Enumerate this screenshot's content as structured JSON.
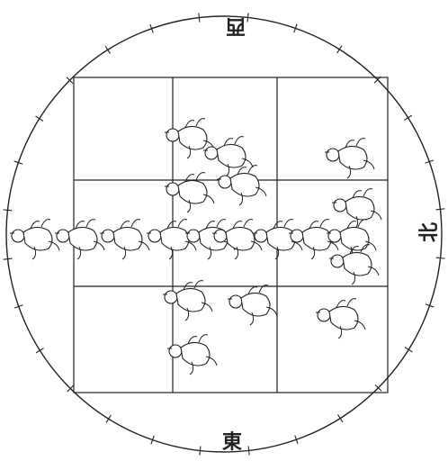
{
  "directions": {
    "top": "西",
    "right": "北",
    "bottom": "東"
  },
  "figures": [
    {
      "id": "fig-r1-a"
    },
    {
      "id": "fig-r1-b"
    },
    {
      "id": "fig-r1-c"
    },
    {
      "id": "fig-r2-a"
    },
    {
      "id": "fig-r2-b"
    },
    {
      "id": "fig-r2-c"
    },
    {
      "id": "fig-row-1"
    },
    {
      "id": "fig-row-2"
    },
    {
      "id": "fig-row-3"
    },
    {
      "id": "fig-row-4"
    },
    {
      "id": "fig-row-5"
    },
    {
      "id": "fig-row-6"
    },
    {
      "id": "fig-row-7"
    },
    {
      "id": "fig-row-8"
    },
    {
      "id": "fig-row-9"
    },
    {
      "id": "fig-r4-a"
    },
    {
      "id": "fig-r4-b"
    },
    {
      "id": "fig-r4-c"
    },
    {
      "id": "fig-r5-a"
    },
    {
      "id": "fig-r4-d"
    }
  ],
  "colors": {
    "ink": "#222222",
    "paper": "#ffffff"
  }
}
